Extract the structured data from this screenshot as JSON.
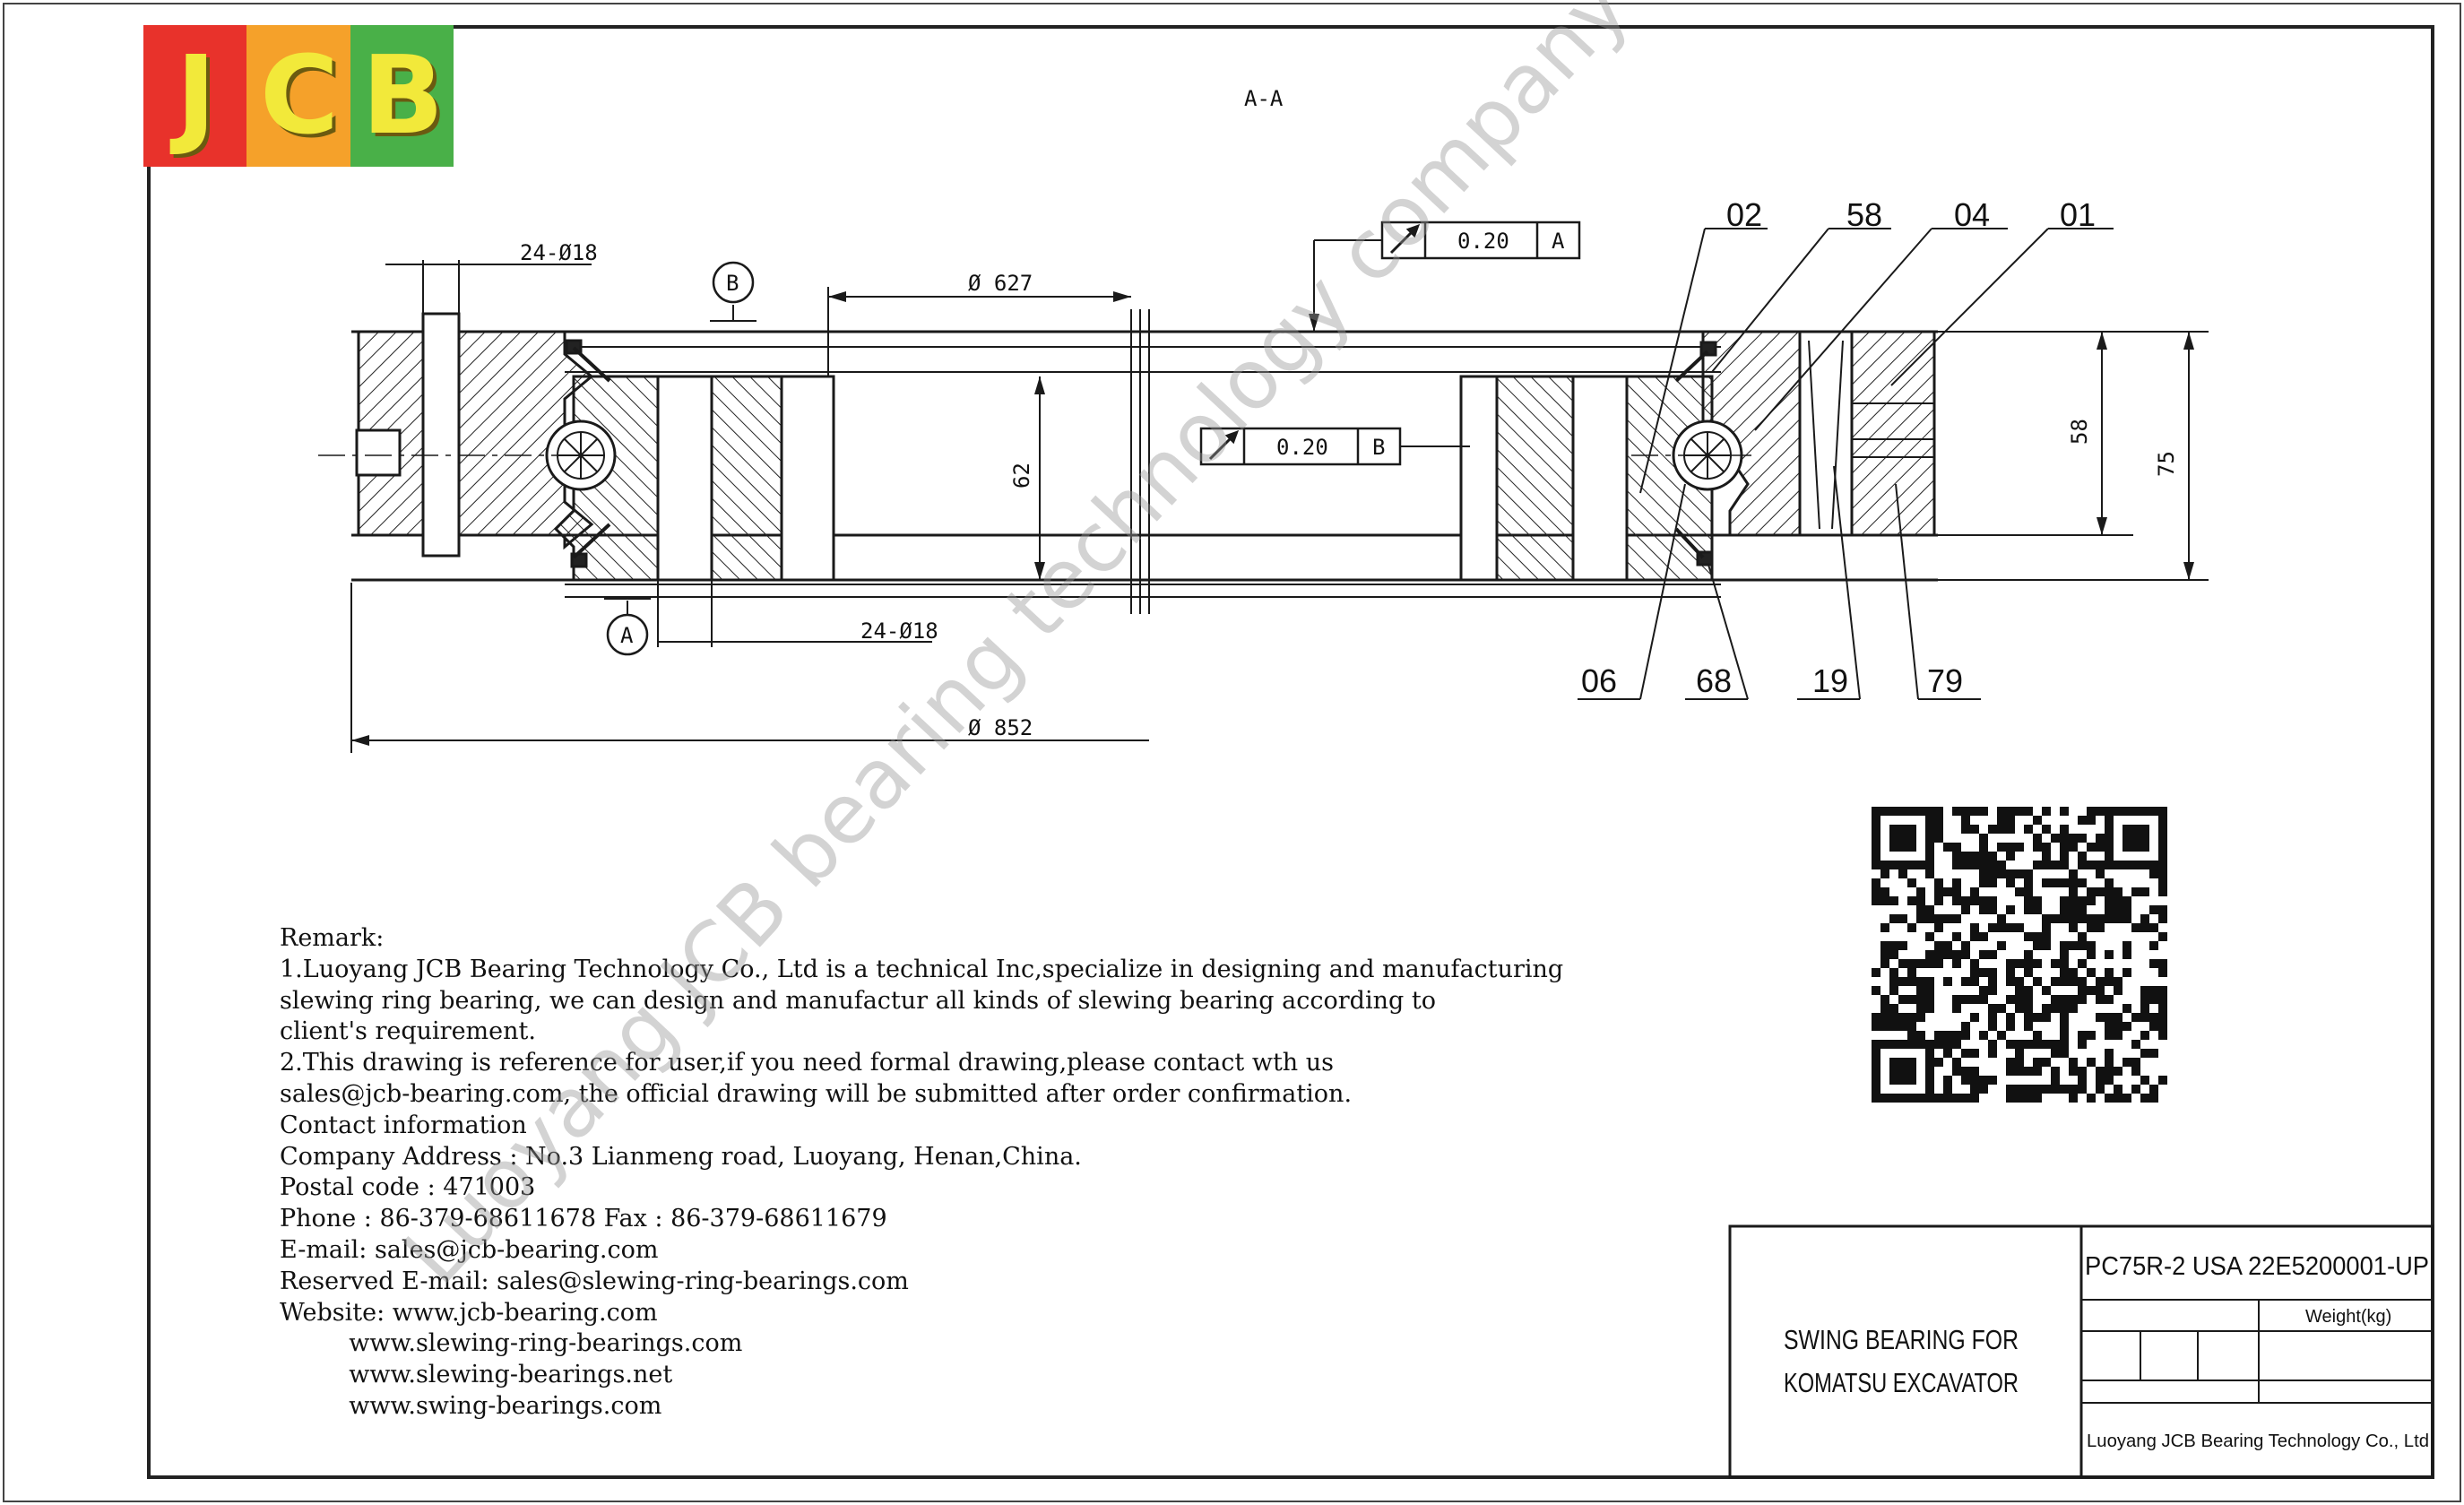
{
  "logo": {
    "letters": [
      "J",
      "C",
      "B"
    ],
    "colors": [
      "#e8322b",
      "#f5a12a",
      "#49b048"
    ]
  },
  "drawing": {
    "section_label": "A-A",
    "dims": {
      "bolt_outer": "24-Ø18",
      "bolt_inner": "24-Ø18",
      "dia_627": "Ø 627",
      "dia_852": "Ø 852",
      "height_62": "62",
      "height_58": "58",
      "height_75": "75"
    },
    "tolerances": [
      {
        "value": "0.20",
        "datum": "A"
      },
      {
        "value": "0.20",
        "datum": "B"
      }
    ],
    "datums": {
      "a": "A",
      "b": "B"
    },
    "part_numbers_top": [
      "02",
      "58",
      "04",
      "01"
    ],
    "part_numbers_bottom": [
      "06",
      "68",
      "19",
      "79"
    ]
  },
  "remarks": {
    "lines": [
      "Remark:",
      "1.Luoyang JCB Bearing Technology Co., Ltd is a technical Inc,specialize in designing and manufacturing",
      "slewing ring bearing, we can design and manufactur all kinds of slewing bearing according to",
      "client's requirement.",
      "2.This drawing is reference for user,if you need formal drawing,please contact wth us",
      "sales@jcb-bearing.com, the official drawing will be submitted after order confirmation.",
      "Contact information",
      "Company Address : No.3 Lianmeng road, Luoyang, Henan,China.",
      "Postal code : 471003",
      "Phone : 86-379-68611678 Fax : 86-379-68611679",
      "E-mail: sales@jcb-bearing.com",
      "Reserved E-mail: sales@slewing-ring-bearings.com",
      "Website: www.jcb-bearing.com",
      "         www.slewing-ring-bearings.com",
      "         www.slewing-bearings.net",
      "         www.swing-bearings.com"
    ]
  },
  "title_block": {
    "description_line1": "SWING BEARING FOR",
    "description_line2": "KOMATSU EXCAVATOR",
    "part_number": "PC75R-2 USA 22E5200001-UP",
    "weight_label": "Weight(kg)",
    "company": "Luoyang JCB Bearing Technology Co., Ltd"
  },
  "watermark": "Luoyang JCB bearing technology company limited"
}
